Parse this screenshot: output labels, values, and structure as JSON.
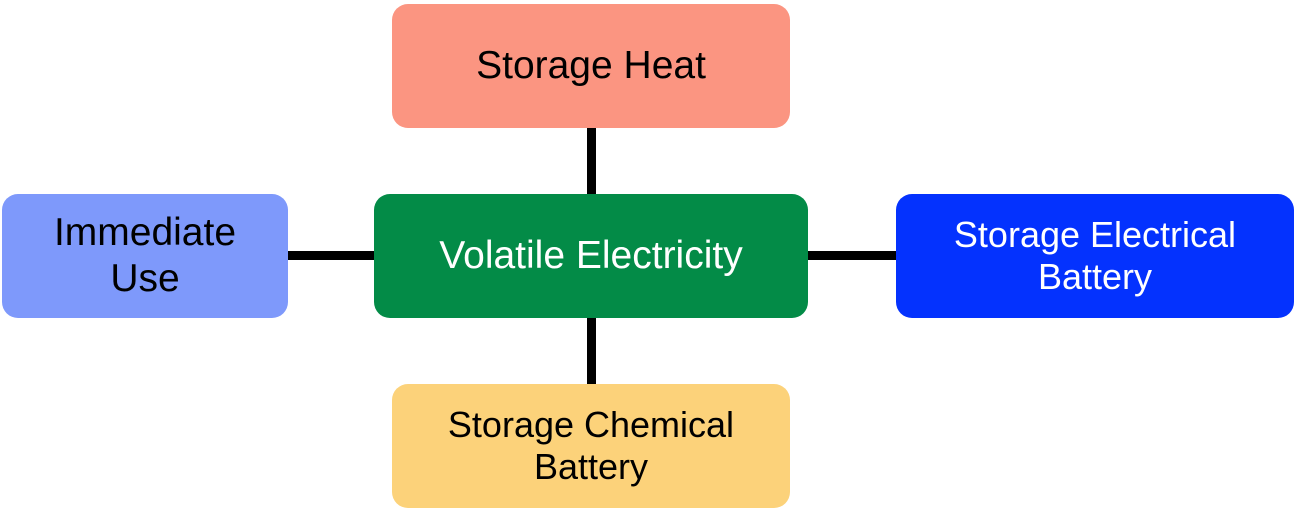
{
  "nodes": {
    "center": {
      "label": "Volatile Electricity",
      "fill": "#038B47",
      "text_color": "#FFFFFF"
    },
    "top": {
      "label": "Storage Heat",
      "fill": "#FB9581",
      "text_color": "#000000"
    },
    "left": {
      "label": "Immediate\nUse",
      "fill": "#7E99FB",
      "text_color": "#000000"
    },
    "right": {
      "label": "Storage Electrical\nBattery",
      "fill": "#0432FE",
      "text_color": "#FFFFFF"
    },
    "bottom": {
      "label": "Storage Chemical\nBattery",
      "fill": "#FCD27A",
      "text_color": "#000000"
    }
  },
  "connector_color": "#000000"
}
